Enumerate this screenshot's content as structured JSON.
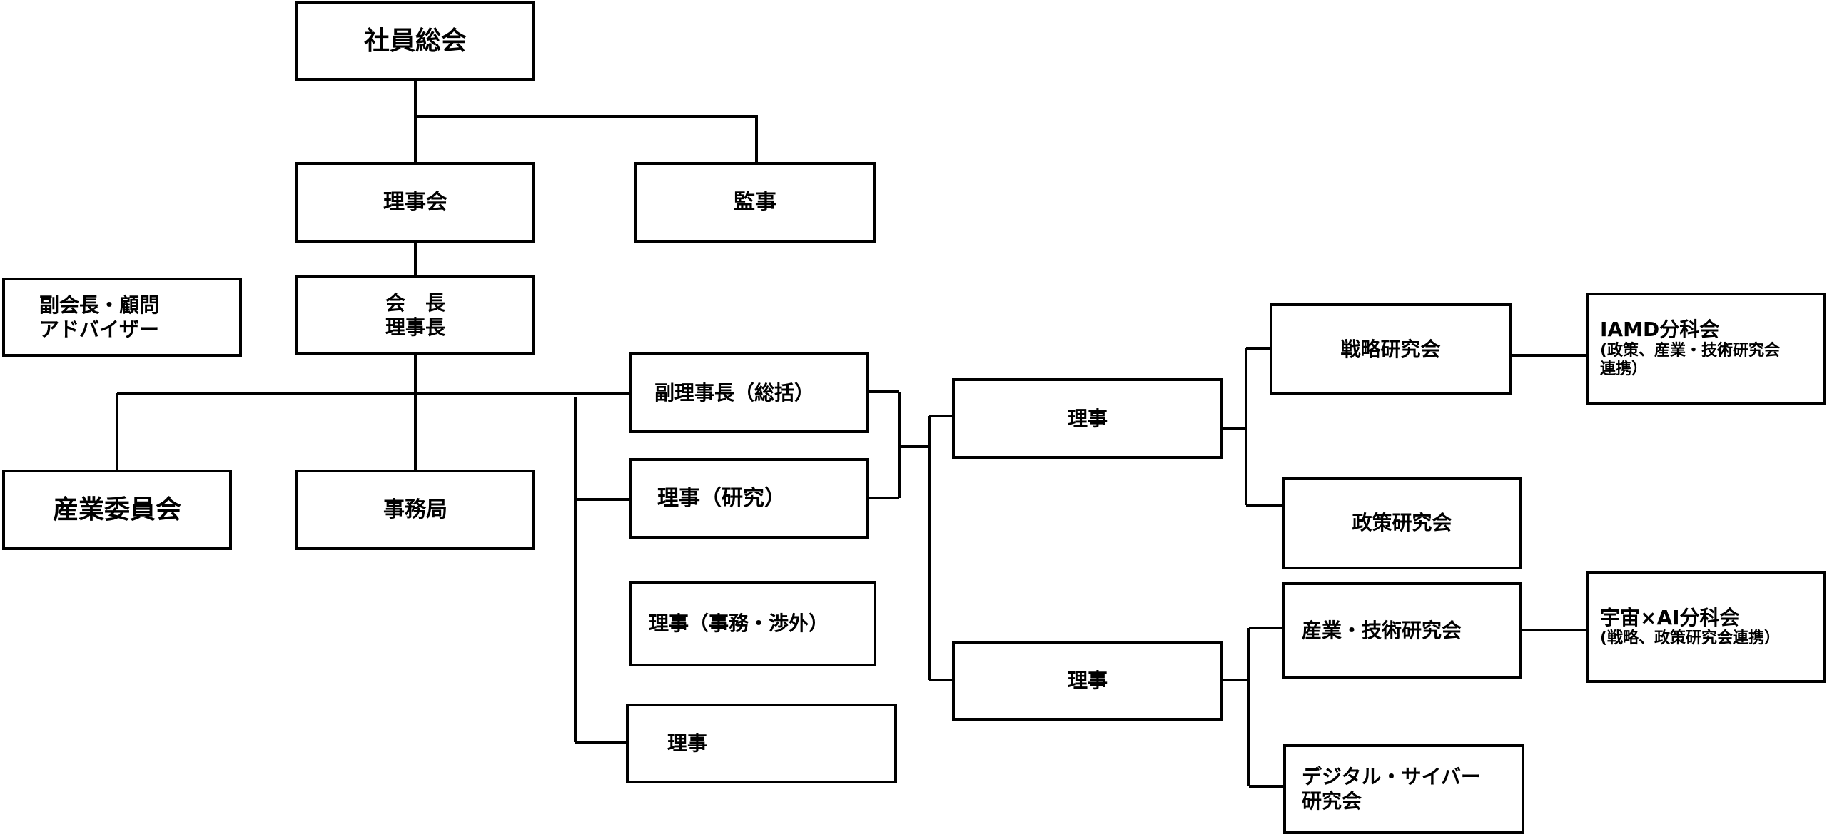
{
  "boxes": {
    "general_assembly": "社員総会",
    "board": "理事会",
    "auditor": "監事",
    "advisor_line1": "副会長・顧問",
    "advisor_line2": "アドバイザー",
    "chair_line1": "会　長",
    "chair_line2": "理事長",
    "industry_committee": "産業委員会",
    "secretariat": "事務局",
    "vice_director": "副理事長（総括）",
    "director_research": "理事（研究）",
    "director_admin": "理事（事務・渉外）",
    "director_plain": "理事",
    "director_upper": "理事",
    "director_lower": "理事",
    "strategy_group": "戦略研究会",
    "policy_group": "政策研究会",
    "industry_tech_group": "産業・技術研究会",
    "digital_cyber_line1": "デジタル・サイバー",
    "digital_cyber_line2": "研究会",
    "iamd_title": "IAMD分科会",
    "iamd_note_line1": "(政策、産業・技術研究会",
    "iamd_note_line2": "連携）",
    "space_ai_title": "宇宙×AI分科会",
    "space_ai_note": "(戦略、政策研究会連携）"
  },
  "colors": {
    "line": "#000000",
    "box_border": "#000000",
    "background": "#ffffff"
  }
}
